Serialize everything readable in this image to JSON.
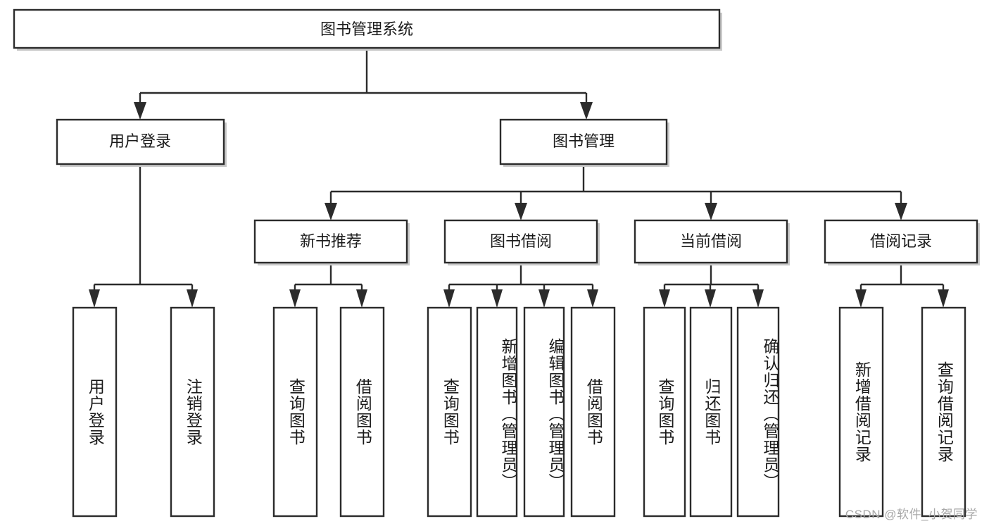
{
  "diagram": {
    "type": "tree-hierarchy-chart",
    "title": "图书管理系统",
    "watermark": "CSDN @软件_小贺同学",
    "colors": {
      "box_stroke": "#2b2b2b",
      "box_fill": "#ffffff",
      "text": "#1a1a1a",
      "background": "#ffffff",
      "watermark": "#a8a8a8"
    },
    "root": {
      "label": "图书管理系统"
    },
    "level2": [
      {
        "label": "用户登录"
      },
      {
        "label": "图书管理"
      }
    ],
    "level3": [
      {
        "label": "新书推荐"
      },
      {
        "label": "图书借阅"
      },
      {
        "label": "当前借阅"
      },
      {
        "label": "借阅记录"
      }
    ],
    "leaves": {
      "user_login": [
        {
          "label": "用户登录"
        },
        {
          "label": "注销登录"
        }
      ],
      "new_book_recommend": [
        {
          "label": "查询图书"
        },
        {
          "label": "借阅图书"
        }
      ],
      "book_borrow": [
        {
          "label": "查询图书"
        },
        {
          "label": "新增图书（管理员）"
        },
        {
          "label": "编辑图书（管理员）"
        },
        {
          "label": "借阅图书"
        }
      ],
      "current_borrow": [
        {
          "label": "查询图书"
        },
        {
          "label": "归还图书"
        },
        {
          "label": "确认归还（管理员）"
        }
      ],
      "borrow_record": [
        {
          "label": "新增借阅记录"
        },
        {
          "label": "查询借阅记录"
        }
      ]
    }
  }
}
